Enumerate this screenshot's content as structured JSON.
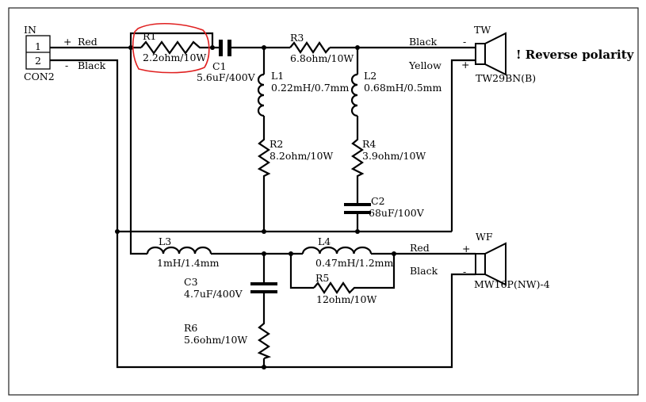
{
  "connector": {
    "title": "IN",
    "pin1": "1",
    "pin2": "2",
    "name": "CON2"
  },
  "input_wires": {
    "plus": "+",
    "plus_color": "Red",
    "minus": "-",
    "minus_color": "Black"
  },
  "components": {
    "R1": {
      "ref": "R1",
      "value": "2.2ohm/10W"
    },
    "C1": {
      "ref": "C1",
      "value": "5.6uF/400V"
    },
    "R3": {
      "ref": "R3",
      "value": "6.8ohm/10W"
    },
    "L1": {
      "ref": "L1",
      "value": "0.22mH/0.7mm"
    },
    "L2": {
      "ref": "L2",
      "value": "0.68mH/0.5mm"
    },
    "R2": {
      "ref": "R2",
      "value": "8.2ohm/10W"
    },
    "R4": {
      "ref": "R4",
      "value": "3.9ohm/10W"
    },
    "C2": {
      "ref": "C2",
      "value": "68uF/100V"
    },
    "L3": {
      "ref": "L3",
      "value": "1mH/1.4mm"
    },
    "L4": {
      "ref": "L4",
      "value": "0.47mH/1.2mm"
    },
    "R5": {
      "ref": "R5",
      "value": "12ohm/10W"
    },
    "C3": {
      "ref": "C3",
      "value": "4.7uF/400V"
    },
    "R6": {
      "ref": "R6",
      "value": "5.6ohm/10W"
    }
  },
  "tweeter": {
    "ref": "TW",
    "model": "TW29BN(B)",
    "wire_top": "Black",
    "wire_bottom": "Yellow",
    "minus": "-",
    "plus": "+",
    "note": "! Reverse polarity"
  },
  "woofer": {
    "ref": "WF",
    "model": "MW16P(NW)-4",
    "wire_top": "Red",
    "wire_bottom": "Black",
    "plus": "+",
    "minus": "-"
  },
  "colors": {
    "ink": "#000000",
    "annotation": "#e02020",
    "background": "#ffffff"
  }
}
